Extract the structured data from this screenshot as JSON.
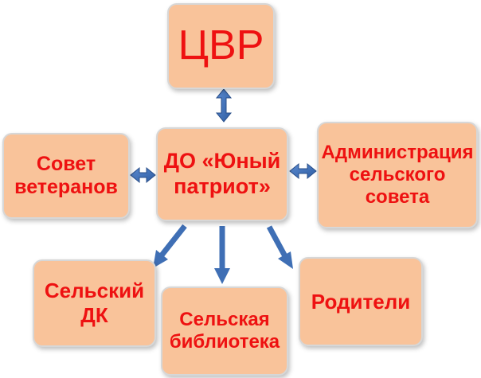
{
  "nodes": {
    "cvr": "ЦВР",
    "center": [
      "ДО «Юный",
      "патриот»"
    ],
    "sovet": [
      "Совет",
      "ветеранов"
    ],
    "admin": [
      "Администрация",
      "сельского",
      "совета"
    ],
    "dk": [
      "Сельский",
      "ДК"
    ],
    "bibl": [
      "Сельская",
      "библиотека"
    ],
    "rod": "Родители"
  },
  "colors": {
    "box_fill": "#f9c39a",
    "text": "#ee1111",
    "arrow": "#3f6fb5"
  }
}
